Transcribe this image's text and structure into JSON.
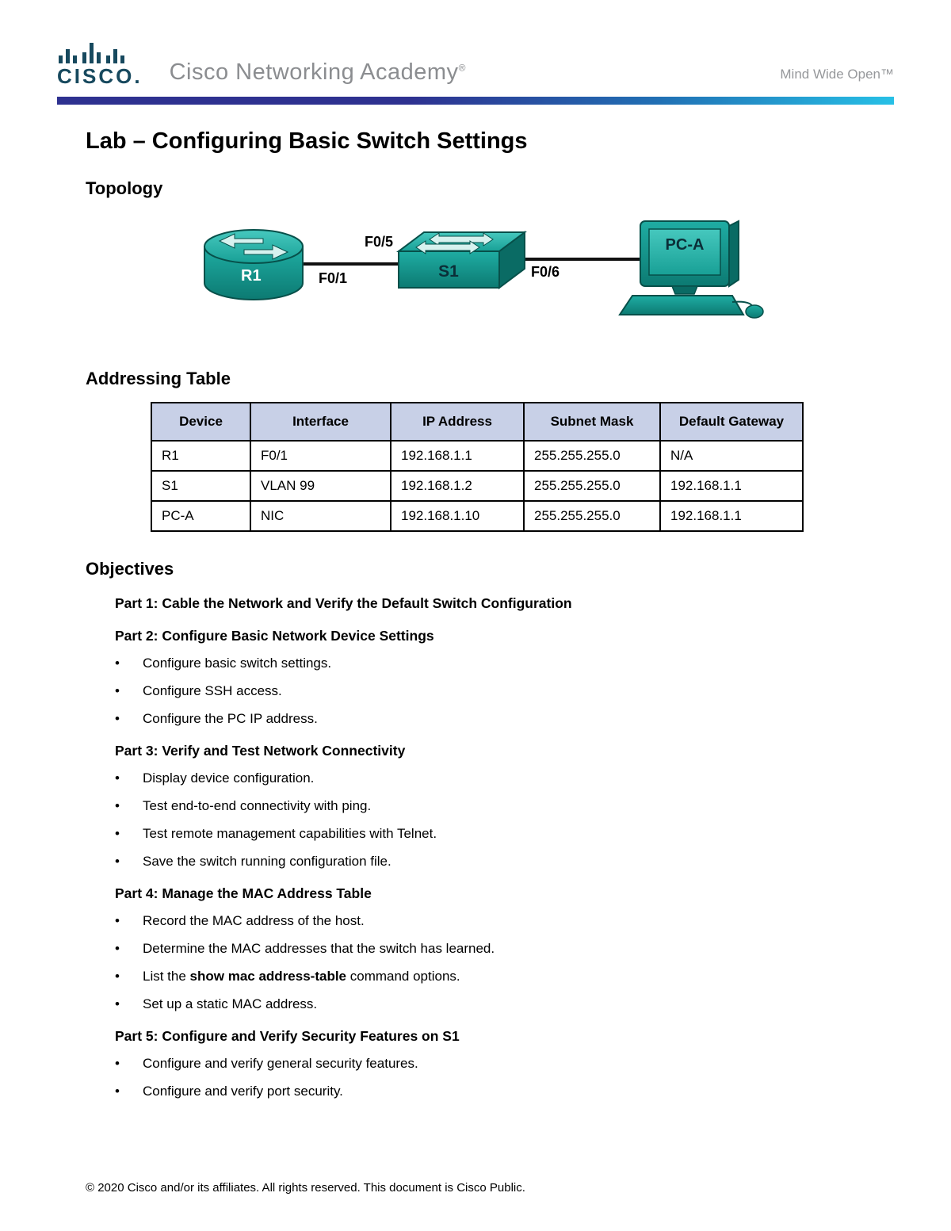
{
  "header": {
    "brand": "CISCO.",
    "academy_name": "Cisco Networking Academy",
    "academy_reg": "®",
    "tagline": "Mind Wide Open™"
  },
  "title": "Lab – Configuring Basic Switch Settings",
  "topology": {
    "heading": "Topology",
    "router_label": "R1",
    "switch_label": "S1",
    "pc_label": "PC-A",
    "port_r1": "F0/1",
    "port_s1_left": "F0/5",
    "port_s1_right": "F0/6"
  },
  "addressing_table": {
    "heading": "Addressing Table",
    "columns": [
      "Device",
      "Interface",
      "IP Address",
      "Subnet Mask",
      "Default Gateway"
    ],
    "rows": [
      [
        "R1",
        "F0/1",
        "192.168.1.1",
        "255.255.255.0",
        "N/A"
      ],
      [
        "S1",
        "VLAN 99",
        "192.168.1.2",
        "255.255.255.0",
        "192.168.1.1"
      ],
      [
        "PC-A",
        "NIC",
        "192.168.1.10",
        "255.255.255.0",
        "192.168.1.1"
      ]
    ]
  },
  "objectives": {
    "heading": "Objectives",
    "parts": [
      {
        "label": "Part 1: Cable the Network and Verify the Default Switch Configuration",
        "bullets": []
      },
      {
        "label": "Part 2: Configure Basic Network Device Settings",
        "bullets": [
          "Configure basic switch settings.",
          "Configure SSH access.",
          "Configure the PC IP address."
        ]
      },
      {
        "label": "Part 3: Verify and Test Network Connectivity",
        "bullets": [
          "Display device configuration.",
          "Test end-to-end connectivity with ping.",
          "Test remote management capabilities with Telnet.",
          "Save the switch running configuration file."
        ]
      },
      {
        "label": "Part 4: Manage the MAC Address Table",
        "bullets": [
          "Record the MAC address of the host.",
          "Determine the MAC addresses that the switch has learned.",
          [
            "List the ",
            {
              "b": "show mac address-table"
            },
            " command options."
          ],
          "Set up a static MAC address."
        ]
      },
      {
        "label": "Part 5: Configure and Verify Security Features on S1",
        "bullets": [
          "Configure and verify general security features.",
          "Configure and verify port security."
        ]
      }
    ]
  },
  "footer": "© 2020 Cisco and/or its affiliates. All rights reserved. This document is Cisco Public.",
  "colors": {
    "brand_dark": "#17495e",
    "bar_left": "#2e3190",
    "bar_right": "#27c0e6",
    "teal_light": "#46c8be",
    "teal_dark": "#0c7a72",
    "table_header_bg": "#c8d0e7"
  }
}
